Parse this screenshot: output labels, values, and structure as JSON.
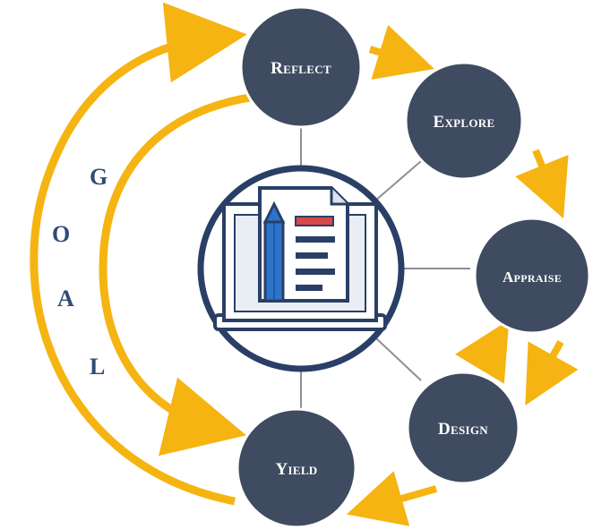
{
  "diagram": {
    "goal_letters": [
      "G",
      "O",
      "A",
      "L"
    ],
    "nodes": {
      "reflect": "Reflect",
      "explore": "Explore",
      "appraise": "Appraise",
      "design": "Design",
      "yield": "Yield"
    },
    "center_icon": "document-with-pencil-icon"
  },
  "colors": {
    "node_fill": "#3f4b61",
    "arrow": "#f5b412",
    "connector": "#8c8f96",
    "goal_text": "#2f4b73",
    "icon_blue": "#2c74c9",
    "icon_frame": "#2a3f66",
    "icon_red": "#d94848"
  }
}
